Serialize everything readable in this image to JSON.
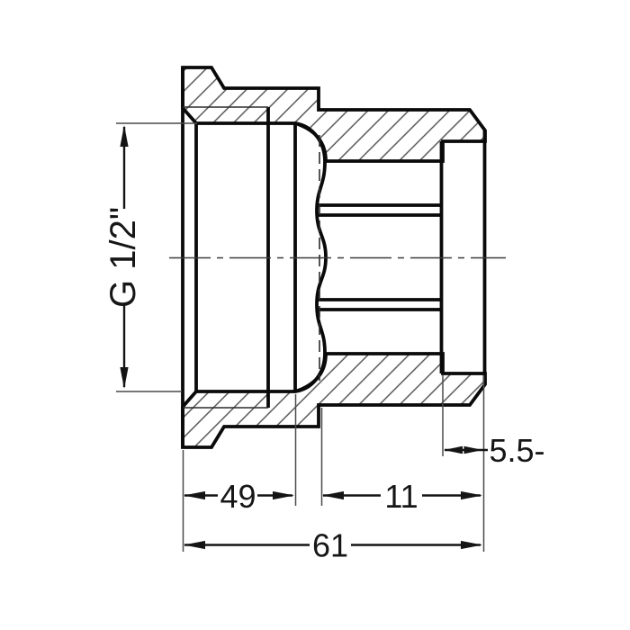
{
  "drawing": {
    "kind": "pipe-fitting-cross-section",
    "background_color": "#ffffff",
    "line_color": "#111111",
    "labels": {
      "thread_size": "G 1/2\"",
      "left_section_length": "49",
      "right_section_length": "11",
      "overall_length": "61",
      "counterbore_depth": "5.5-"
    }
  }
}
